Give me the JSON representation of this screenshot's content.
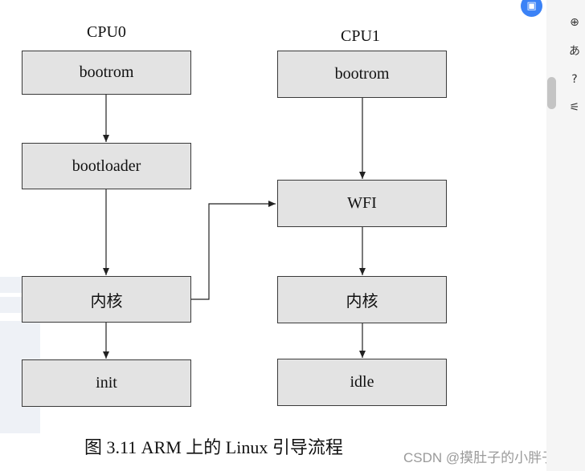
{
  "diagram": {
    "columns": [
      {
        "title": "CPU0",
        "nodes": [
          "bootrom",
          "bootloader",
          "内核",
          "init"
        ]
      },
      {
        "title": "CPU1",
        "nodes": [
          "bootrom",
          "WFI",
          "内核",
          "idle"
        ]
      }
    ],
    "edges": [
      {
        "from": "bootrom (CPU0)",
        "to": "bootloader"
      },
      {
        "from": "bootloader",
        "to": "内核 (CPU0)"
      },
      {
        "from": "内核 (CPU0)",
        "to": "init"
      },
      {
        "from": "内核 (CPU0)",
        "to": "WFI"
      },
      {
        "from": "bootrom (CPU1)",
        "to": "WFI"
      },
      {
        "from": "WFI",
        "to": "内核 (CPU1)"
      },
      {
        "from": "内核 (CPU1)",
        "to": "idle"
      }
    ]
  },
  "caption": "图 3.11 ARM 上的 Linux 引导流程",
  "watermark": "CSDN @摸肚子的小胖子",
  "toolbar": {
    "tools": [
      {
        "name": "search-zoom-icon",
        "glyph": "⊕"
      },
      {
        "name": "translate-icon",
        "glyph": "あ"
      },
      {
        "name": "help-icon",
        "glyph": "?"
      },
      {
        "name": "settings-sliders-icon",
        "glyph": "⚟"
      }
    ],
    "float_icon": "▣"
  },
  "colors": {
    "node_fill": "#e3e3e3",
    "stroke": "#3a3a3a",
    "accent": "#3b82f6"
  }
}
